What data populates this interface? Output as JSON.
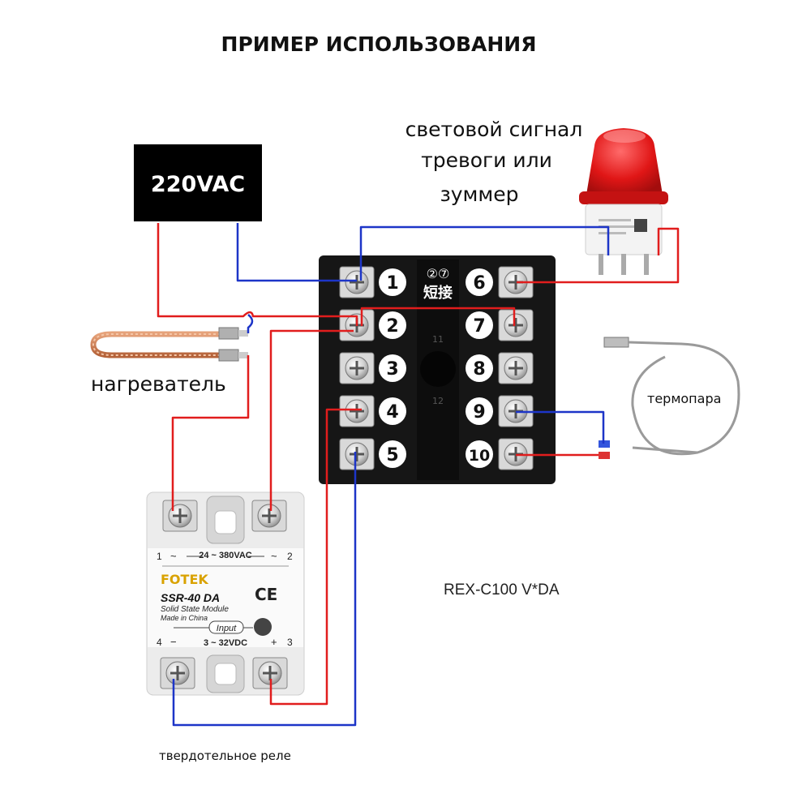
{
  "title": "ПРИМЕР ИСПОЛЬЗОВАНИЯ",
  "power_source": {
    "label": "220VAC"
  },
  "alarm": {
    "line1": "световой сигнал",
    "line2": "тревоги или",
    "line3": "зуммер"
  },
  "heater": {
    "label": "нагреватель"
  },
  "thermocouple": {
    "label": "термопара"
  },
  "controller": {
    "model": "REX-C100 V*DA",
    "jumper_label": "②⑦",
    "jumper_text": "短接",
    "marks": [
      "11",
      "12"
    ],
    "terminals_left": [
      "1",
      "2",
      "3",
      "4",
      "5"
    ],
    "terminals_right": [
      "6",
      "7",
      "8",
      "9",
      "10"
    ]
  },
  "ssr": {
    "caption": "твердотельное реле",
    "brand": "FOTEK",
    "model": "SSR-40 DA",
    "type": "Solid State Module",
    "origin": "Made in China",
    "output_range": "24 ~ 380VAC",
    "input_label": "Input",
    "input_range": "3 ~ 32VDC",
    "ce": "CE",
    "pin1": "1",
    "pin2": "2",
    "pin3": "3",
    "pin4": "4",
    "minus": "−",
    "plus": "+",
    "tilde": "~"
  },
  "colors": {
    "red_wire": "#e11d1d",
    "blue_wire": "#1d35c8",
    "controller_body": "#161616"
  }
}
